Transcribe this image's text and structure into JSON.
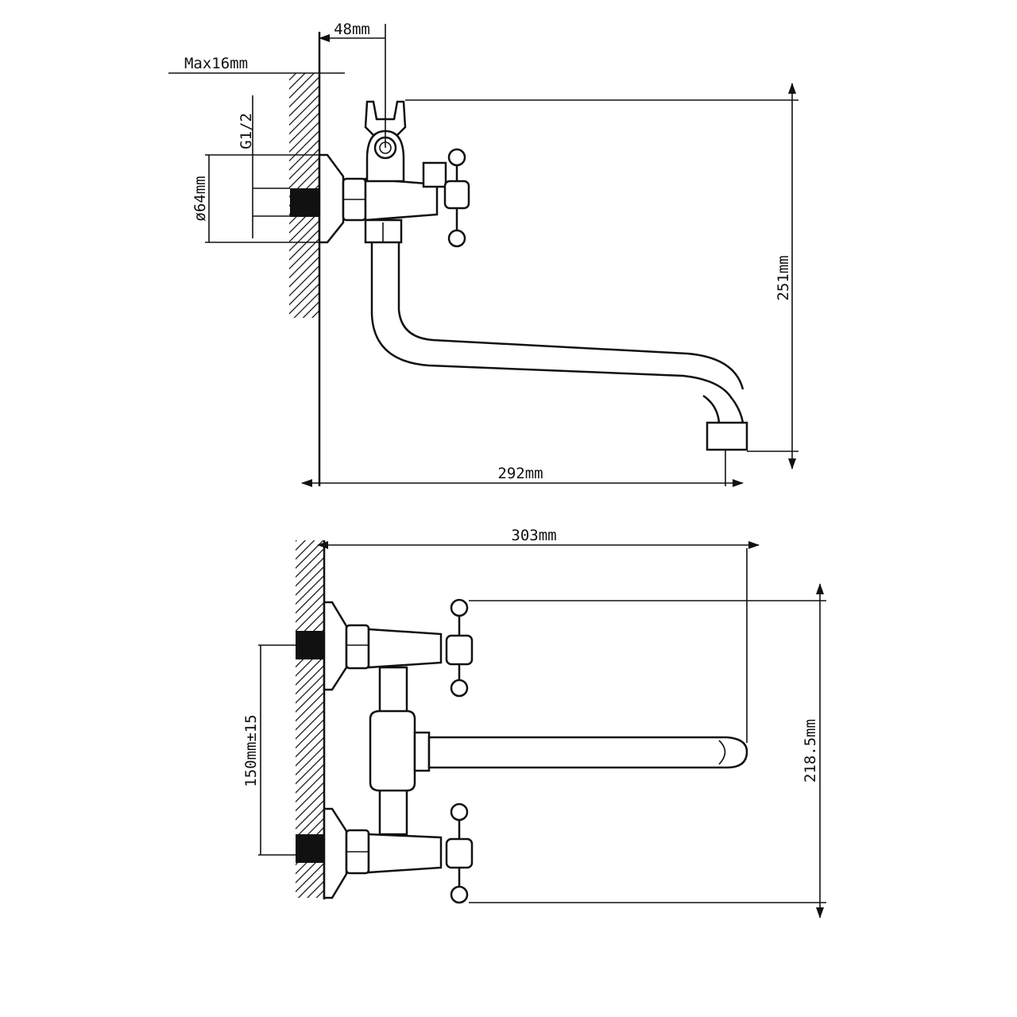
{
  "top_view": {
    "dim_hook_offset": "48mm",
    "dim_max_wall": "Max16mm",
    "dim_thread": "G1/2",
    "dim_flange_diameter": "ø64mm",
    "dim_height": "251mm",
    "dim_spout_reach": "292mm"
  },
  "front_view": {
    "dim_total_reach": "303mm",
    "dim_inlet_spacing": "150mm±15",
    "dim_handle_span": "218.5mm"
  }
}
